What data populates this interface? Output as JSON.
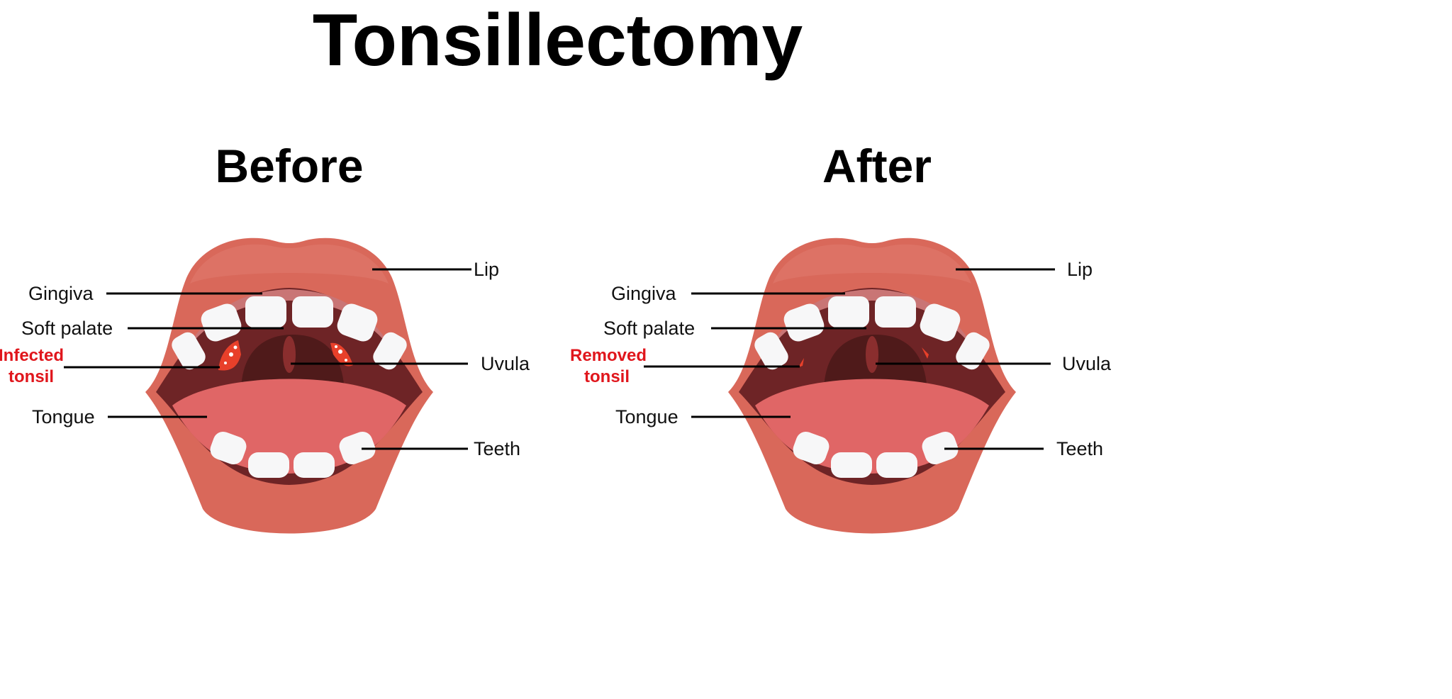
{
  "title": "Tonsillectomy",
  "colors": {
    "lip": "#d9685a",
    "mouth": "#6e2426",
    "throat": "#4f1a1a",
    "tongue": "#e06666",
    "gingiva": "#c97575",
    "teeth": "#ffffff",
    "tonsil": "#e8402a",
    "highlight_label": "#e0161c"
  },
  "panels": [
    {
      "heading": "Before",
      "labels": {
        "lip": "Lip",
        "gingiva": "Gingiva",
        "soft_palate": "Soft palate",
        "tonsil_line1": "Infected",
        "tonsil_line2": "tonsil",
        "uvula": "Uvula",
        "tongue": "Tongue",
        "teeth": "Teeth"
      }
    },
    {
      "heading": "After",
      "labels": {
        "lip": "Lip",
        "gingiva": "Gingiva",
        "soft_palate": "Soft palate",
        "tonsil_line1": "Removed",
        "tonsil_line2": "tonsil",
        "uvula": "Uvula",
        "tongue": "Tongue",
        "teeth": "Teeth"
      }
    }
  ]
}
